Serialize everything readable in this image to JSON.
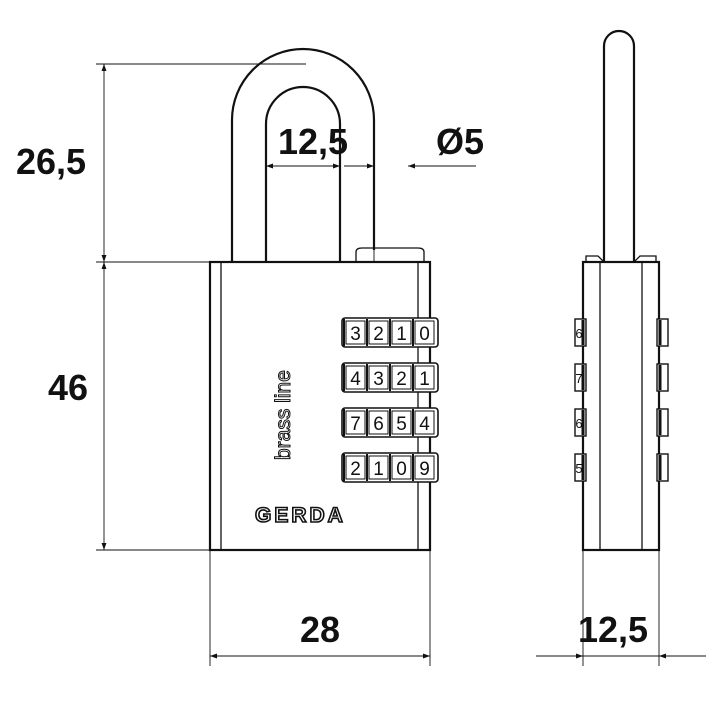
{
  "dimensions": {
    "shackle_height": "26,5",
    "shackle_inner_width": "12,5",
    "shackle_diameter": "Ø5",
    "body_height": "46",
    "body_width": "28",
    "body_depth": "12,5"
  },
  "engraving": "brass line",
  "brand": "GERDA",
  "dials": [
    [
      "3",
      "2",
      "1",
      "0"
    ],
    [
      "4",
      "3",
      "2",
      "1"
    ],
    [
      "7",
      "6",
      "5",
      "4"
    ],
    [
      "2",
      "1",
      "0",
      "9"
    ]
  ],
  "side_dial_digits": [
    "6",
    "7",
    "6",
    "5"
  ]
}
